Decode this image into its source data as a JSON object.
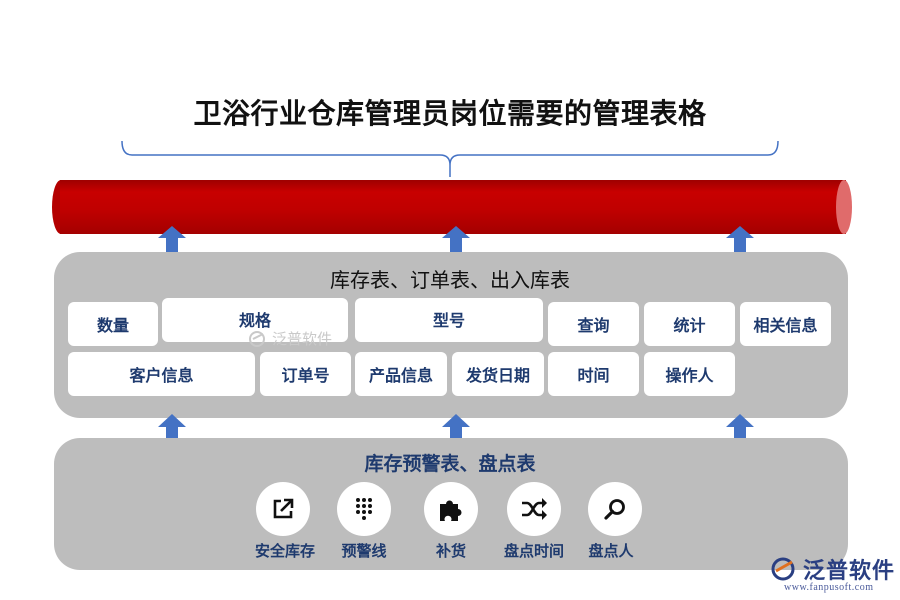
{
  "title": "卫浴行业仓库管理员岗位需要的管理表格",
  "colors": {
    "cylinder": "#c00000",
    "panel": "#bdbdbd",
    "arrow": "#4472c4",
    "label": "#1e3a6e"
  },
  "top_panel": {
    "title": "库存表、订单表、出入库表",
    "row1": [
      "数量",
      "规格",
      "型号",
      "查询",
      "统计",
      "相关信息"
    ],
    "row2": [
      "客户信息",
      "订单号",
      "产品信息",
      "发货日期",
      "时间",
      "操作人"
    ]
  },
  "bottom_panel": {
    "title": "库存预警表、盘点表",
    "items": [
      {
        "label": "安全库存",
        "icon": "external-link-icon"
      },
      {
        "label": "预警线",
        "icon": "dial-pad-icon"
      },
      {
        "label": "补货",
        "icon": "puzzle-icon"
      },
      {
        "label": "盘点时间",
        "icon": "shuffle-icon"
      },
      {
        "label": "盘点人",
        "icon": "search-icon"
      }
    ]
  },
  "watermark": {
    "center": "泛普软件",
    "logo_text": "泛普软件",
    "logo_url": "www.fanpusoft.com"
  }
}
